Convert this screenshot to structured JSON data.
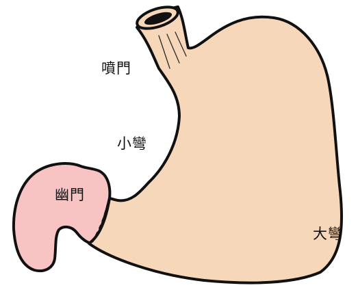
{
  "labels": {
    "cardia": "噴門",
    "lesser_curvature": "小彎",
    "pylorus": "幽門",
    "greater_curvature": "大彎"
  },
  "colors": {
    "stomach_fill": "#f7d7ba",
    "pylorus_fill": "#f7c3c3",
    "outline": "#111111",
    "background": "#ffffff"
  }
}
